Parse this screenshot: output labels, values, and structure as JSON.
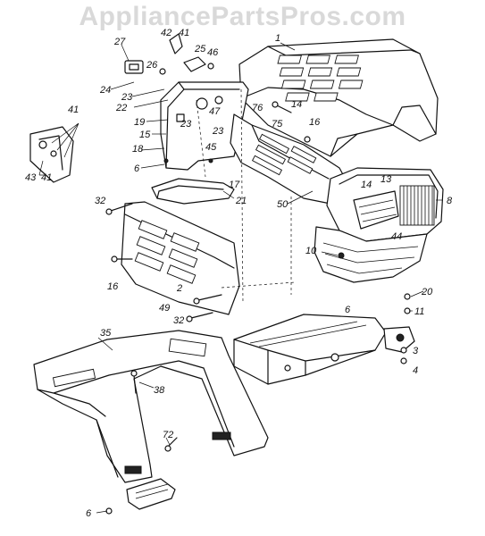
{
  "watermark": "AppliancePartsPros.com",
  "callouts": {
    "c1": "1",
    "c2": "2",
    "c3": "3",
    "c4": "4",
    "c6a": "6",
    "c6b": "6",
    "c6c": "6",
    "c8": "8",
    "c10": "10",
    "c11": "11",
    "c13": "13",
    "c14a": "14",
    "c14b": "14",
    "c15": "15",
    "c16a": "16",
    "c16b": "16",
    "c17": "17",
    "c18": "18",
    "c19": "19",
    "c20": "20",
    "c21": "21",
    "c22": "22",
    "c23a": "23",
    "c23b": "23",
    "c23c": "23",
    "c24": "24",
    "c25": "25",
    "c26": "26",
    "c27": "27",
    "c32a": "32",
    "c32b": "32",
    "c35": "35",
    "c38": "38",
    "c41a": "41",
    "c41b": "41",
    "c41c": "41",
    "c42": "42",
    "c43": "43",
    "c44": "44",
    "c45": "45",
    "c46": "46",
    "c47": "47",
    "c49": "49",
    "c50": "50",
    "c72": "72",
    "c75": "75",
    "c76": "76"
  }
}
